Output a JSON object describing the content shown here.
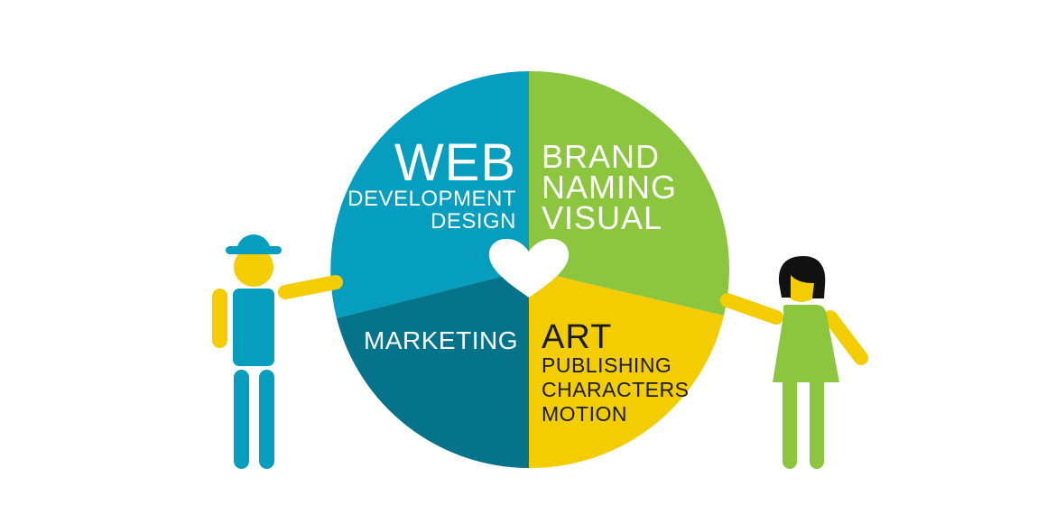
{
  "colors": {
    "web": "#069ebf",
    "brand": "#8bc63e",
    "marketing": "#05738a",
    "art": "#f4cd00",
    "skin": "#f4cd00",
    "hair": "#111111",
    "white": "#ffffff",
    "dark_text": "#1a1a1a"
  },
  "segments": {
    "web": {
      "title": "WEB",
      "lines": [
        "DEVELOPMENT",
        "DESIGN"
      ]
    },
    "brand": {
      "lines": [
        "BRAND",
        "NAMING",
        "VISUAL"
      ]
    },
    "marketing": {
      "title": "MARKETING"
    },
    "art": {
      "title": "ART",
      "lines": [
        "PUBLISHING",
        "CHARACTERS",
        "MOTION"
      ]
    }
  },
  "icons": {
    "center": "heart-icon",
    "left_figure": "man-with-hat-icon",
    "right_figure": "woman-icon"
  }
}
